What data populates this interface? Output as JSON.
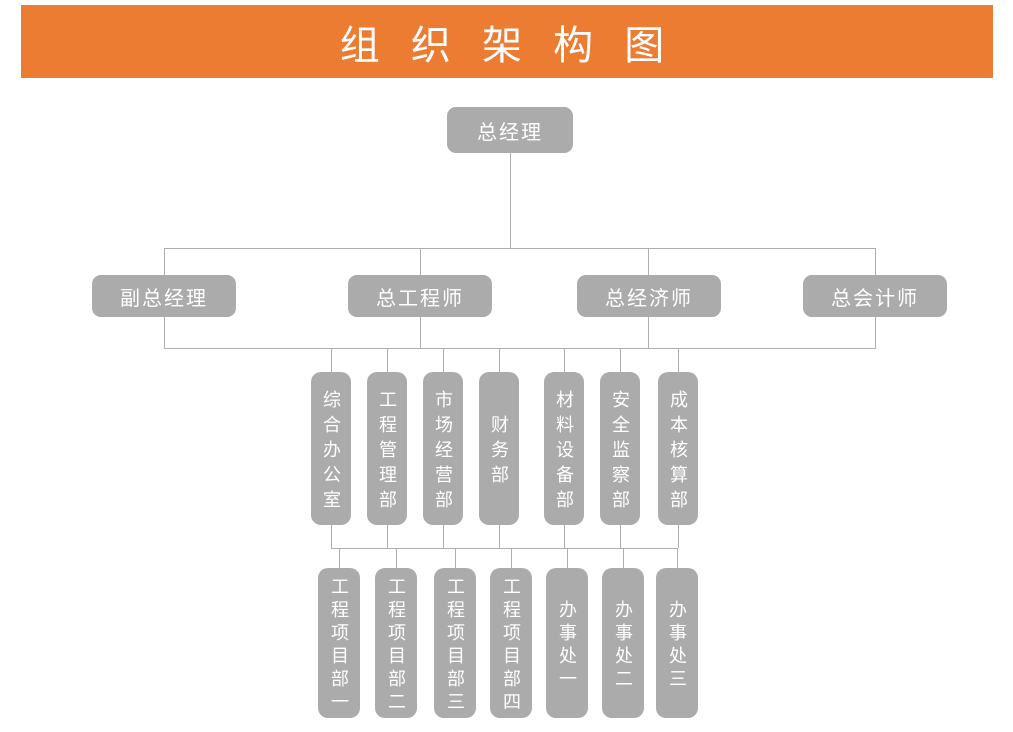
{
  "title": "组 织 架 构 图",
  "colors": {
    "header_bg": "#EC7C31",
    "node_bg": "#ABABAB",
    "node_text": "#FFFFFF",
    "connector": "#AFAFAF"
  },
  "org": {
    "root": "总经理",
    "level2": [
      "副总经理",
      "总工程师",
      "总经济师",
      "总会计师"
    ],
    "departments": [
      "综合办公室",
      "工程管理部",
      "市场经营部",
      "财务部",
      "材料设备部",
      "安全监察部",
      "成本核算部"
    ],
    "branches": [
      "工程项目部一",
      "工程项目部二",
      "工程项目部三",
      "工程项目部四",
      "办事处一",
      "办事处二",
      "办事处三"
    ]
  }
}
